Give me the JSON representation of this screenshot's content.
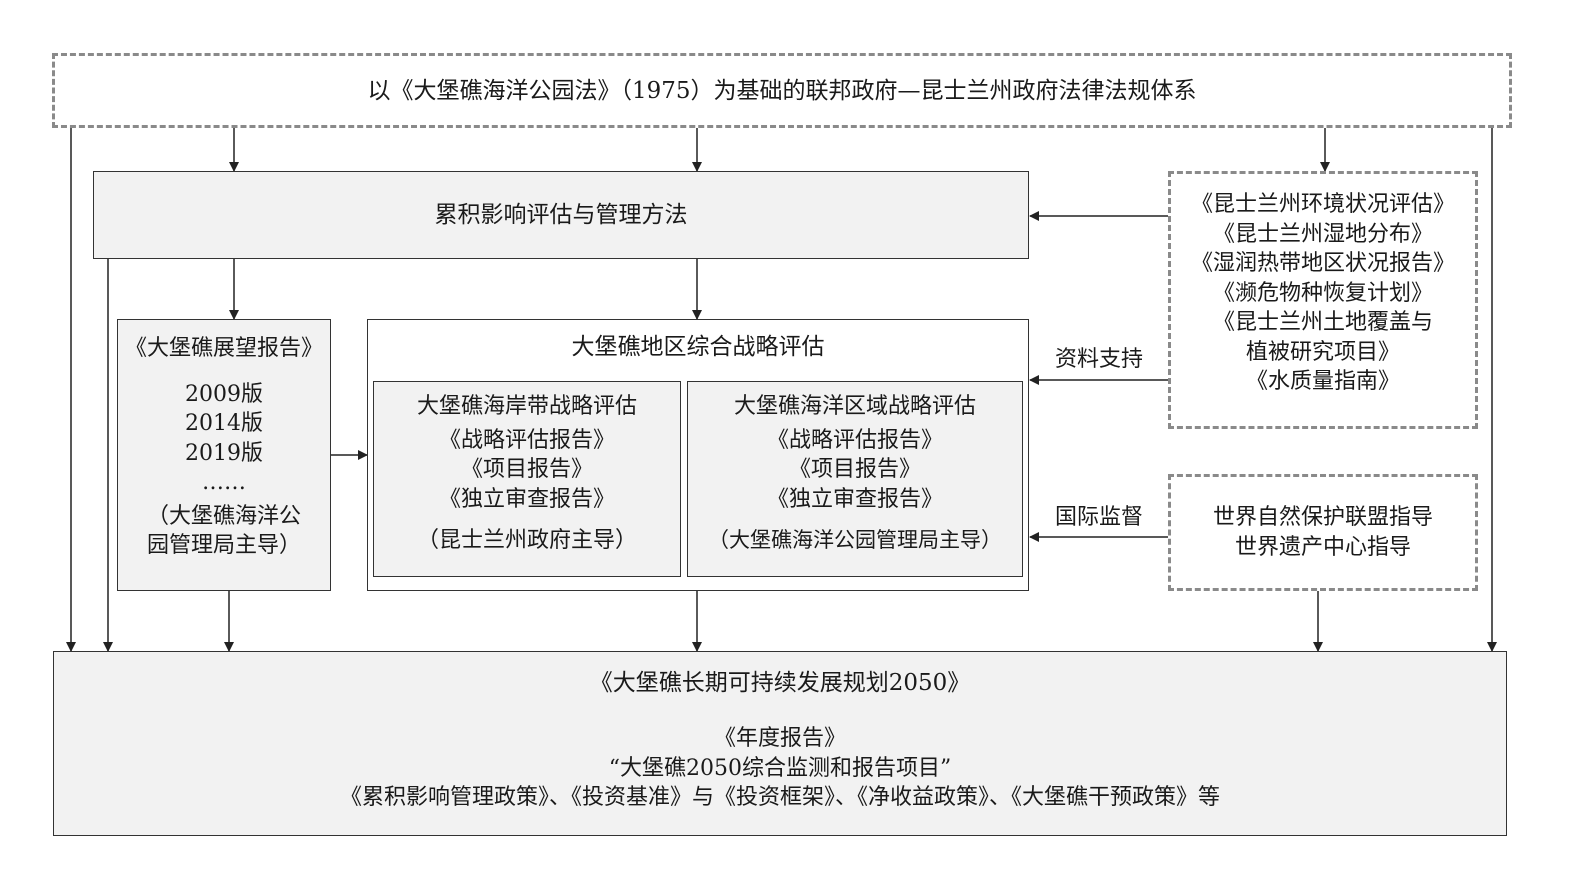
{
  "top_framework": "以《大堡礁海洋公园法》（1975）为基础的联邦政府—昆士兰州政府法律法规体系",
  "cumulative_method": "累积影响评估与管理方法",
  "outlook": {
    "title": "《大堡礁展望报告》",
    "editions": [
      "2009版",
      "2014版",
      "2019版",
      "……"
    ],
    "lead": [
      "（大堡礁海洋公",
      "园管理局主导）"
    ]
  },
  "strategic": {
    "title": "大堡礁地区综合战略评估",
    "coastal": {
      "title": "大堡礁海岸带战略评估",
      "reports": [
        "《战略评估报告》",
        "《项目报告》",
        "《独立审查报告》"
      ],
      "lead": "（昆士兰州政府主导）"
    },
    "marine": {
      "title": "大堡礁海洋区域战略评估",
      "reports": [
        "《战略评估报告》",
        "《项目报告》",
        "《独立审查报告》"
      ],
      "lead": "（大堡礁海洋公园管理局主导）"
    }
  },
  "data_sources": [
    "《昆士兰州环境状况评估》",
    "《昆士兰州湿地分布》",
    "《湿润热带地区状况报告》",
    "《濒危物种恢复计划》",
    "《昆士兰州土地覆盖与",
    "植被研究项目》",
    "《水质量指南》"
  ],
  "data_support_label": "资料支持",
  "intl_label": "国际监督",
  "intl": [
    "世界自然保护联盟指导",
    "世界遗产中心指导"
  ],
  "plan": {
    "title": "《大堡礁长期可持续发展规划2050》",
    "items": [
      "《年度报告》",
      "“大堡礁2050综合监测和报告项目”",
      "《累积影响管理政策》、《投资基准》与《投资框架》、《净收益政策》、《大堡礁干预政策》等"
    ]
  },
  "colors": {
    "line": "#222222",
    "dash": "#8a8a8a",
    "fill": "#f2f2f2"
  }
}
